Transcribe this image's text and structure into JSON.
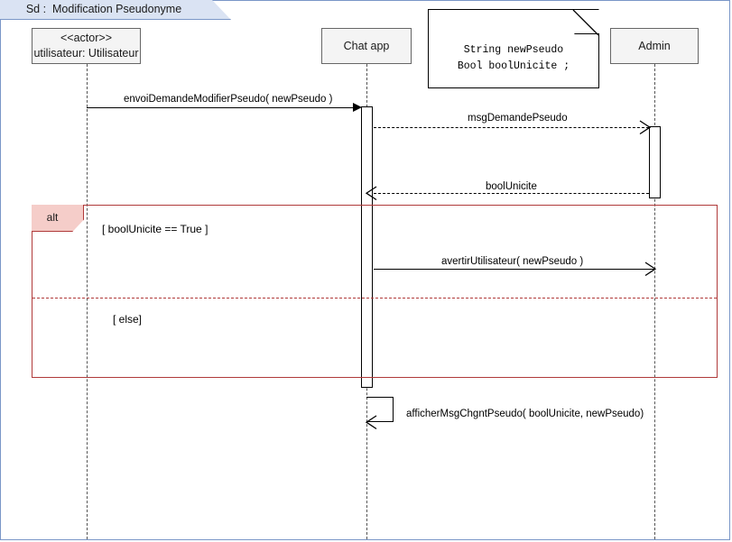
{
  "frame": {
    "tab_label": "Sd :  Modification Pseudonyme",
    "border_color": "#7a96c7",
    "tab_fill": "#dae3f3"
  },
  "participants": [
    {
      "name": "actor-utilisateur",
      "stereotype": "<<actor>>",
      "label": "utilisateur: Utilisateur"
    },
    {
      "name": "chat-app",
      "stereotype": "",
      "label": "Chat app"
    },
    {
      "name": "admin",
      "stereotype": "",
      "label": "Admin"
    }
  ],
  "note": {
    "line1": "String newPseudo",
    "line2": "Bool boolUnicite ;"
  },
  "messages": [
    {
      "id": "envoiDemandeModifierPseudo",
      "label": "envoiDemandeModifierPseudo( newPseudo )",
      "from": "utilisateur",
      "to": "Chat app",
      "style": "solid",
      "arrow": "filled"
    },
    {
      "id": "msgDemandePseudo",
      "label": "msgDemandePseudo",
      "from": "Chat app",
      "to": "Admin",
      "style": "dashed",
      "arrow": "open"
    },
    {
      "id": "boolUnicite",
      "label": "boolUnicite",
      "from": "Admin",
      "to": "Chat app",
      "style": "dashed",
      "arrow": "open"
    },
    {
      "id": "avertirUtilisateur",
      "label": "avertirUtilisateur( newPseudo )",
      "from": "Chat app",
      "to": "Admin",
      "style": "solid",
      "arrow": "open"
    },
    {
      "id": "afficherMsgChgntPseudo",
      "label": "afficherMsgChgntPseudo( boolUnicite, newPseudo)",
      "from": "Chat app",
      "to": "Chat app",
      "style": "solid",
      "arrow": "open"
    }
  ],
  "fragment": {
    "operator": "alt",
    "frame_color": "#b03a3a",
    "tag_fill": "#f5cdc9",
    "operands": [
      {
        "guard": "[ boolUnicite == True ]"
      },
      {
        "guard": "[ else]"
      }
    ]
  }
}
